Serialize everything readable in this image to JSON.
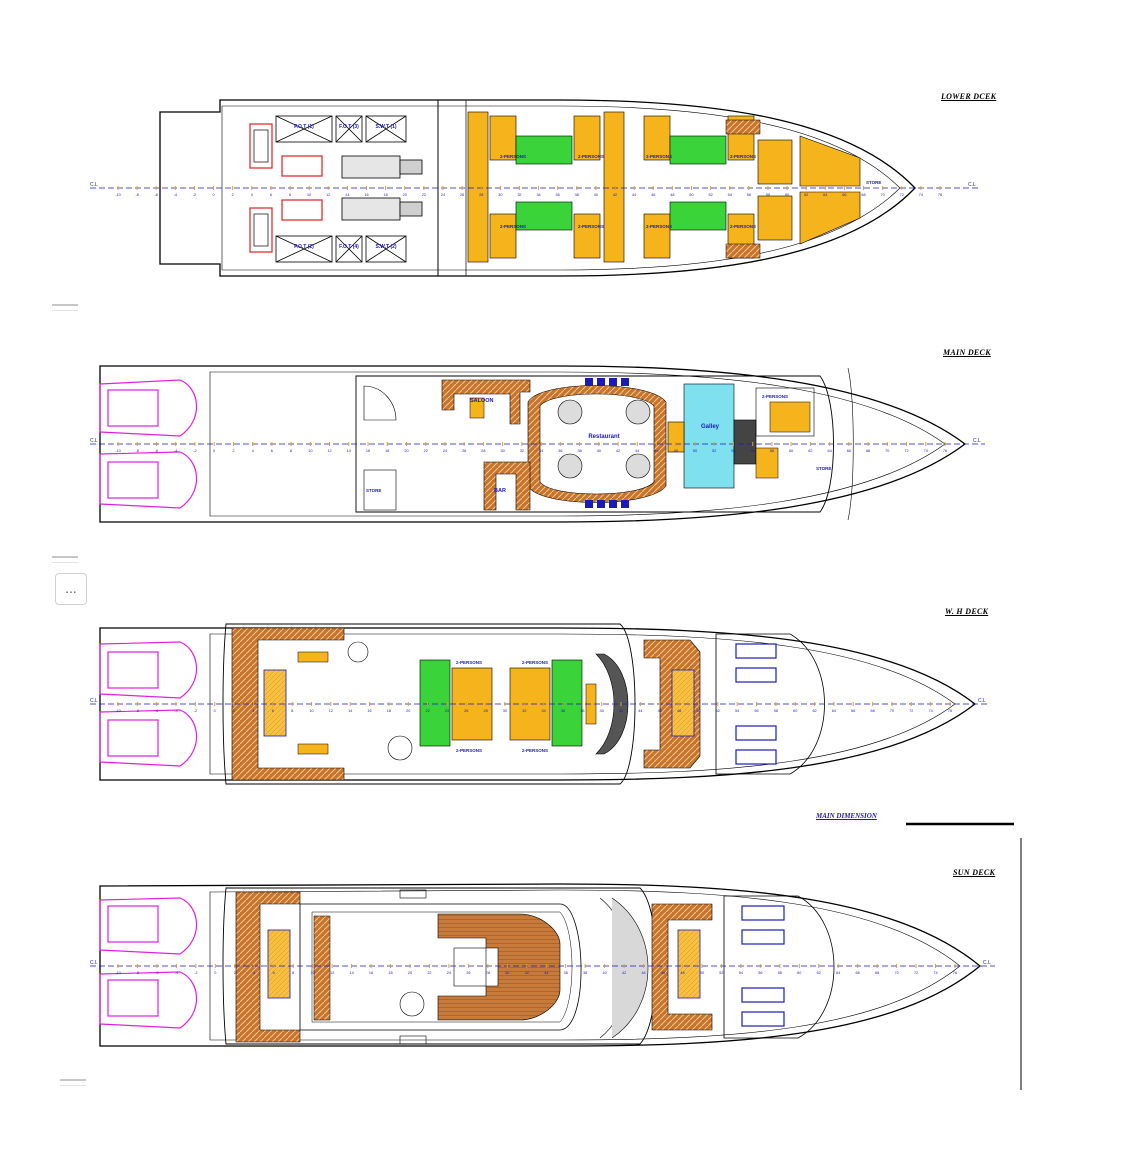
{
  "decks": {
    "lower": {
      "title": "LOWER DCEK",
      "tanks": [
        "F.O.T (1)",
        "F.O.T (3)",
        "S.W.T (1)",
        "F.O.T (2)",
        "F.O.T (4)",
        "S.W.T (2)"
      ],
      "cabin_label": "2-PERSONS",
      "store_label": "STORE"
    },
    "main": {
      "title": "MAIN DECK",
      "saloon": "SALOON",
      "restaurant": "Restaurant",
      "galley": "Galley",
      "bar": "BAR",
      "store": "STORE",
      "cabin": "2-PERSONS"
    },
    "wh": {
      "title": "W. H  DECK",
      "cabin": "2-PERSONS"
    },
    "sun": {
      "title": "SUN DECK"
    }
  },
  "main_dimension": "MAIN  DIMENSION",
  "centerline": "C.L",
  "frame_numbers": [
    "-10",
    "-8",
    "-6",
    "-4",
    "-2",
    "0",
    "2",
    "4",
    "6",
    "8",
    "10",
    "12",
    "14",
    "16",
    "18",
    "20",
    "22",
    "24",
    "26",
    "28",
    "30",
    "32",
    "34",
    "36",
    "38",
    "40",
    "42",
    "44",
    "46",
    "48",
    "50",
    "52",
    "54",
    "56",
    "58",
    "60",
    "62",
    "64",
    "66",
    "68",
    "70",
    "72",
    "74",
    "76"
  ],
  "more_button": "...",
  "colors": {
    "hull": "#000000",
    "furniture": "#f5b41c",
    "deck_wood": "#c8742c",
    "bathroom": "#3ad33a",
    "galley": "#7fe0f0",
    "lines": "#1a1ab8",
    "tender": "#e020e0",
    "engine": "#e02020"
  }
}
